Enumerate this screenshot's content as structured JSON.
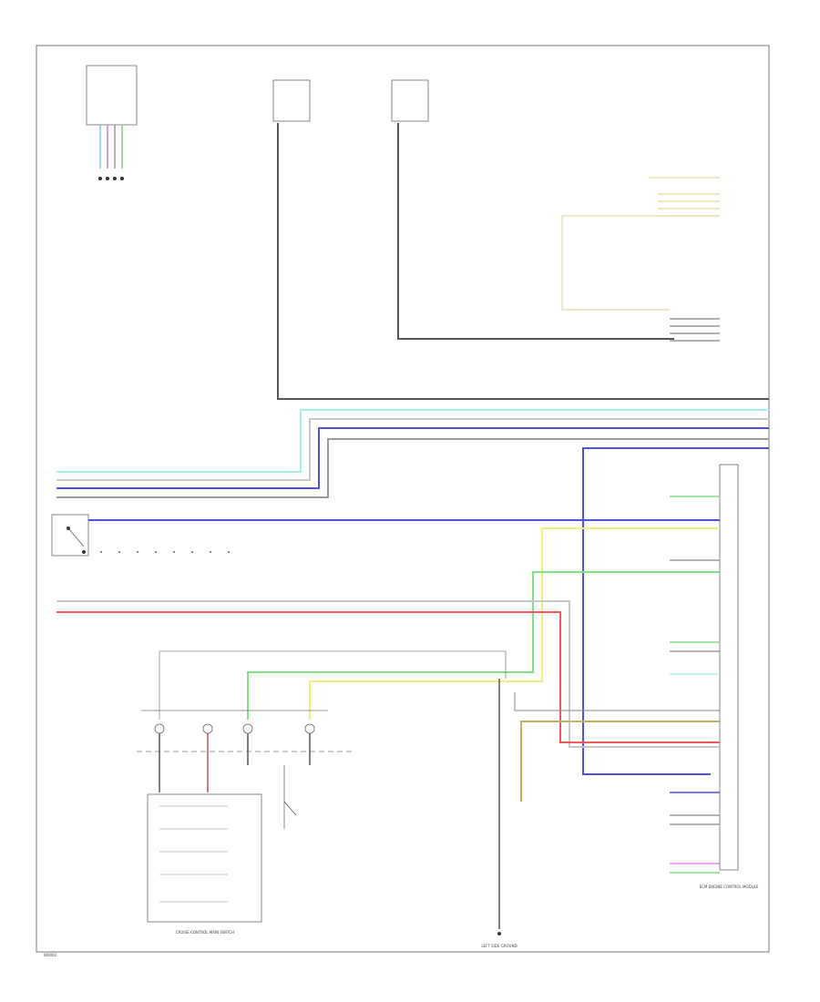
{
  "footer": {
    "code": "W0002"
  },
  "components": {
    "ground": {
      "label": "LEFT SIDE GROUND"
    },
    "ecm": {
      "label": "ECM ENGINE CONTROL MODULE"
    },
    "cruise_switch": {
      "label": "CRUISE CONTROL MAIN SWITCH"
    }
  },
  "colors": {
    "cyan": "#a8f0f0",
    "purple": "#5050e0",
    "gray": "#9a9a9a",
    "dark": "#555555",
    "red": "#f05a5a",
    "yellow": "#f2f07a",
    "green": "#7fe07f",
    "magenta": "#f080f0",
    "olive": "#c0b060",
    "tan": "#e8e0b0"
  }
}
